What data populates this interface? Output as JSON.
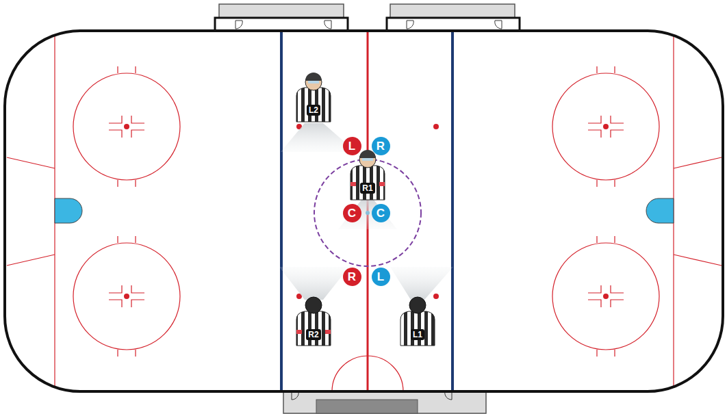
{
  "diagram": {
    "nodes": [
      {
        "text": [
          "L2"
        ]
      },
      {
        "text": [
          "L"
        ]
      },
      {
        "text": [
          "R"
        ]
      },
      {
        "text": [
          "R1"
        ]
      },
      {
        "text": [
          "C"
        ]
      },
      {
        "text": [
          "C"
        ]
      },
      {
        "text": [
          "R"
        ]
      },
      {
        "text": [
          "L"
        ]
      },
      {
        "text": [
          "R2"
        ]
      },
      {
        "text": [
          "L1"
        ]
      }
    ]
  }
}
